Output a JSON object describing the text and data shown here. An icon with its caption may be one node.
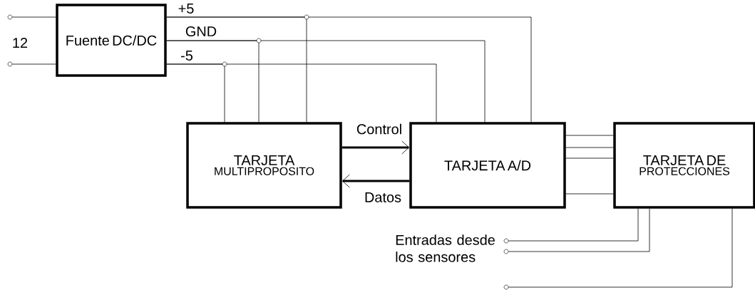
{
  "diagram": {
    "nodes": [
      {
        "text": [
          "Fuente DC/DC"
        ]
      },
      {
        "text": [
          "TARJETA",
          "MULTIPROPOSITO"
        ]
      },
      {
        "text": [
          "TARJETA A/D"
        ]
      },
      {
        "text": [
          "TARJETA DE",
          "PROTECCIONES"
        ]
      },
      {
        "text": [],
        "shape": "circle"
      },
      {
        "text": [],
        "shape": "circle"
      },
      {
        "text": [],
        "shape": "circle"
      },
      {
        "text": [],
        "shape": "circle"
      },
      {
        "text": [],
        "shape": "circle"
      }
    ],
    "edges": [
      {
        "from": 4,
        "to": 0,
        "arrow": "none"
      },
      {
        "from": 5,
        "to": 0,
        "arrow": "none"
      },
      {
        "from": 0,
        "to": 1,
        "arrow": "none"
      },
      {
        "from": 0,
        "to": 1,
        "arrow": "none"
      },
      {
        "from": 0,
        "to": 1,
        "arrow": "none"
      },
      {
        "from": 0,
        "to": 2,
        "arrow": "none"
      },
      {
        "from": 0,
        "to": 2,
        "arrow": "none"
      },
      {
        "from": 0,
        "to": 2,
        "arrow": "none"
      },
      {
        "from": 1,
        "to": 2,
        "arrow": "to",
        "label": "Control",
        "style": "thick"
      },
      {
        "from": 2,
        "to": 1,
        "arrow": "to",
        "label": "Datos",
        "style": "thick"
      },
      {
        "from": 2,
        "to": 3,
        "arrow": "none"
      },
      {
        "from": 2,
        "to": 3,
        "arrow": "none"
      },
      {
        "from": 2,
        "to": 3,
        "arrow": "none"
      },
      {
        "from": 2,
        "to": 3,
        "arrow": "none"
      },
      {
        "from": 6,
        "to": 3,
        "arrow": "none"
      },
      {
        "from": 7,
        "to": 3,
        "arrow": "none"
      },
      {
        "from": 8,
        "to": 3,
        "arrow": "none"
      }
    ],
    "labels": [
      "12",
      "+5",
      "GND",
      "-5",
      "Entradas desde los sensores"
    ]
  }
}
